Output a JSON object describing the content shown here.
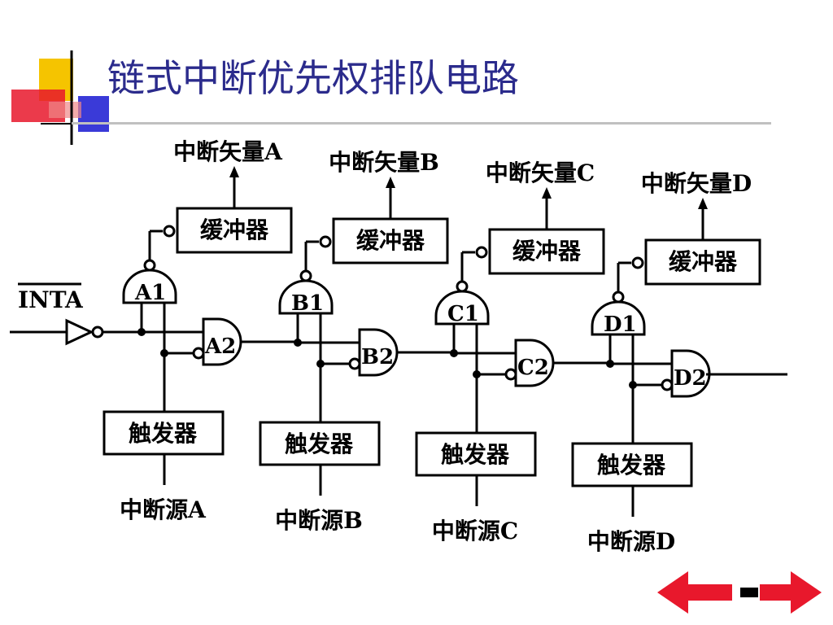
{
  "title": "链式中断优先权排队电路",
  "inta_label": "INTA",
  "stages": [
    {
      "vector": "中断矢量A",
      "buffer": "缓冲器",
      "nand": "A1",
      "and": "A2",
      "trigger": "触发器",
      "source": "中断源A"
    },
    {
      "vector": "中断矢量B",
      "buffer": "缓冲器",
      "nand": "B1",
      "and": "B2",
      "trigger": "触发器",
      "source": "中断源B"
    },
    {
      "vector": "中断矢量C",
      "buffer": "缓冲器",
      "nand": "C1",
      "and": "C2",
      "trigger": "触发器",
      "source": "中断源C"
    },
    {
      "vector": "中断矢量D",
      "buffer": "缓冲器",
      "nand": "D1",
      "and": "D2",
      "trigger": "触发器",
      "source": "中断源D"
    }
  ],
  "nav": {
    "back_icon": "arrow-left-icon",
    "forward_icon": "arrow-right-icon"
  },
  "colors": {
    "title": "#2b2b8c",
    "accent_yellow": "#f5c400",
    "accent_red": "#e8182c",
    "accent_blue": "#2a2ad0"
  }
}
